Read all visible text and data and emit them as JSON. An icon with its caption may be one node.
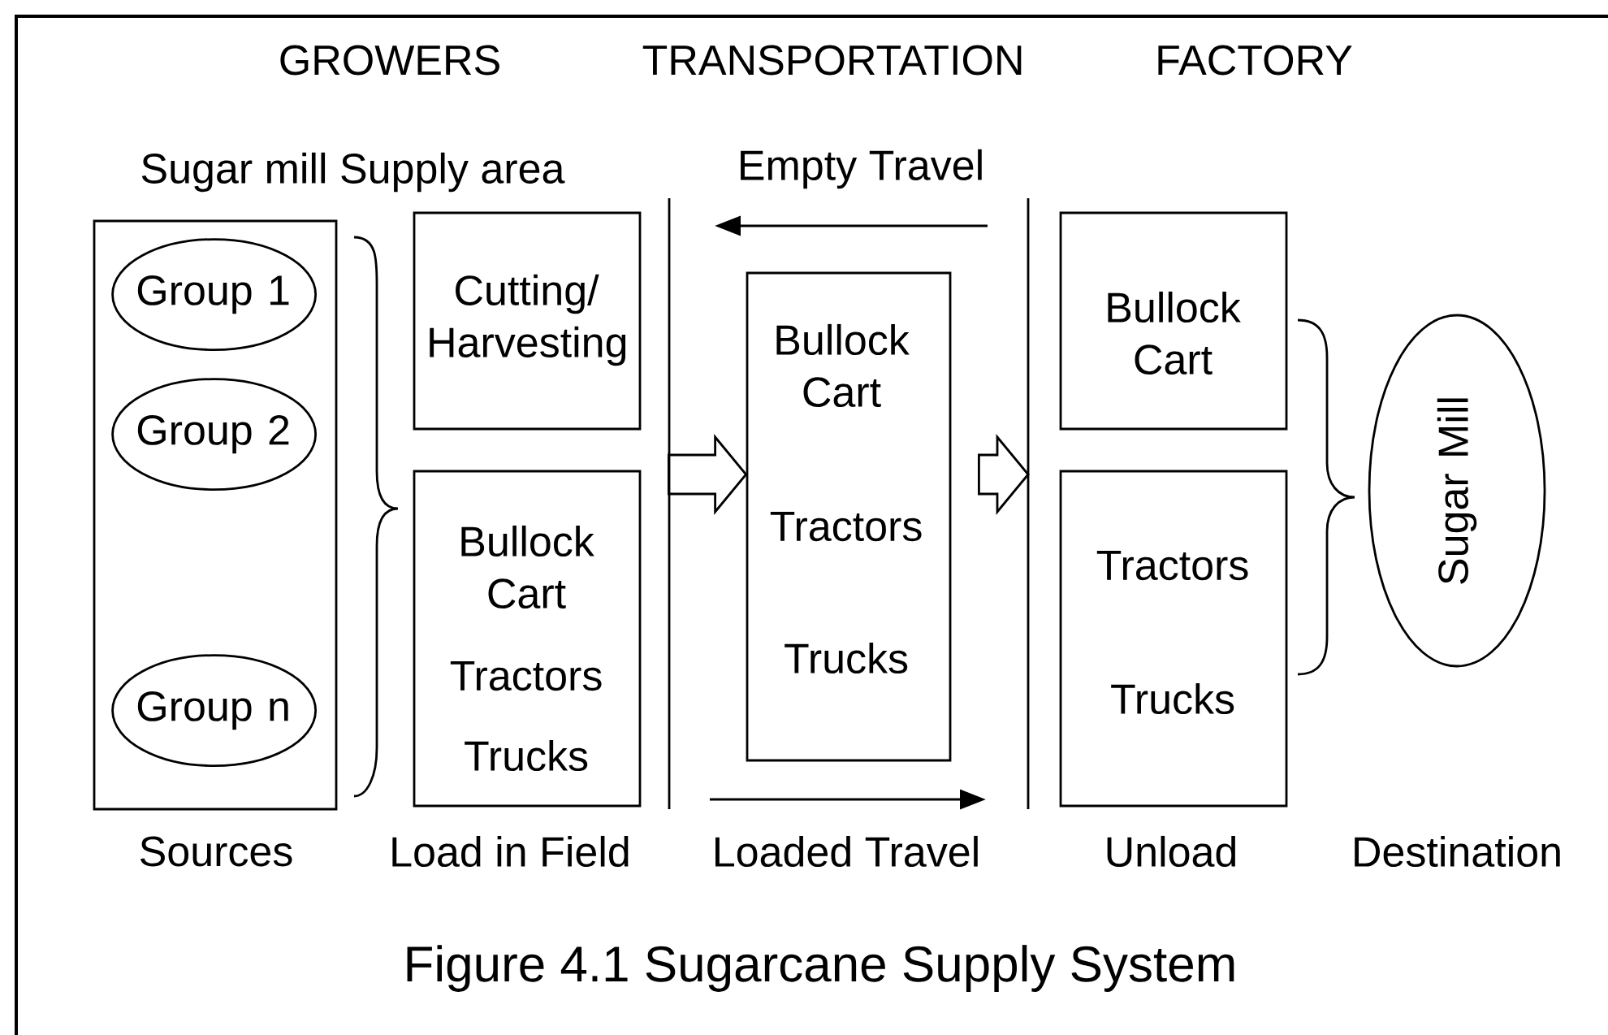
{
  "diagram": {
    "caption": "Figure 4.1   Sugarcane Supply System",
    "nodes": [
      {
        "text": [],
        "shape": "box"
      },
      {
        "text": [
          "Group 1"
        ],
        "in": 0
      },
      {
        "text": [
          "Group 2"
        ],
        "in": 0
      },
      {
        "text": [
          "Group n"
        ],
        "in": 0
      },
      {
        "text": [
          "Cutting/ Harvesting"
        ]
      },
      {
        "text": [
          "Bullock Cart",
          "Tractors",
          "Trucks"
        ]
      },
      {
        "text": [
          "Bullock Cart",
          "Tractors",
          "Trucks"
        ]
      },
      {
        "text": [
          "Bullock Cart"
        ]
      },
      {
        "text": [
          "Tractors",
          "Trucks"
        ]
      },
      {
        "text": [
          "Sugar Mill"
        ]
      }
    ],
    "edges": [
      {
        "from": 5,
        "to": 6,
        "arrow": "to"
      },
      {
        "from": 6,
        "to": null,
        "arrow": "to"
      }
    ],
    "labels": [
      "GROWERS",
      "TRANSPORTATION",
      "FACTORY",
      "Sugar mill Supply area",
      "Empty Travel",
      "Sources",
      "Load in Field",
      "Loaded Travel",
      "Unload",
      "Destination"
    ]
  }
}
